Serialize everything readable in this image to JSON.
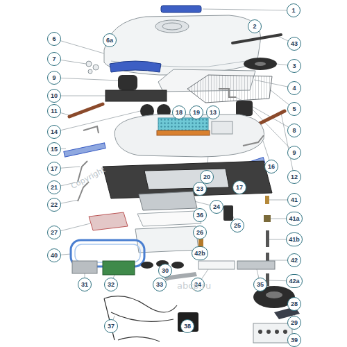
{
  "diagram": {
    "nodes": [
      {
        "text": [
          "1"
        ]
      },
      {
        "text": [
          "2"
        ]
      },
      {
        "text": [
          "6"
        ]
      },
      {
        "text": [
          "6a"
        ]
      },
      {
        "text": [
          "43"
        ]
      },
      {
        "text": [
          "7"
        ]
      },
      {
        "text": [
          "3"
        ]
      },
      {
        "text": [
          "9"
        ]
      },
      {
        "text": [
          "4"
        ]
      },
      {
        "text": [
          "10"
        ]
      },
      {
        "text": [
          "5"
        ]
      },
      {
        "text": [
          "11"
        ]
      },
      {
        "text": [
          "18"
        ]
      },
      {
        "text": [
          "19"
        ]
      },
      {
        "text": [
          "13"
        ]
      },
      {
        "text": [
          "8"
        ]
      },
      {
        "text": [
          "14"
        ]
      },
      {
        "text": [
          "15"
        ]
      },
      {
        "text": [
          "9"
        ]
      },
      {
        "text": [
          "16"
        ]
      },
      {
        "text": [
          "17"
        ]
      },
      {
        "text": [
          "12"
        ]
      },
      {
        "text": [
          "20"
        ]
      },
      {
        "text": [
          "21"
        ]
      },
      {
        "text": [
          "17"
        ]
      },
      {
        "text": [
          "23"
        ]
      },
      {
        "text": [
          "41"
        ]
      },
      {
        "text": [
          "22"
        ]
      },
      {
        "text": [
          "24"
        ]
      },
      {
        "text": [
          "36"
        ]
      },
      {
        "text": [
          "41a"
        ]
      },
      {
        "text": [
          "25"
        ]
      },
      {
        "text": [
          "27"
        ]
      },
      {
        "text": [
          "26"
        ]
      },
      {
        "text": [
          "41b"
        ]
      },
      {
        "text": [
          "42b"
        ]
      },
      {
        "text": [
          "40"
        ]
      },
      {
        "text": [
          "42"
        ]
      },
      {
        "text": [
          "30"
        ]
      },
      {
        "text": [
          "42a"
        ]
      },
      {
        "text": [
          "31"
        ]
      },
      {
        "text": [
          "32"
        ]
      },
      {
        "text": [
          "33"
        ]
      },
      {
        "text": [
          "34"
        ]
      },
      {
        "text": [
          "35"
        ]
      },
      {
        "text": [
          "28"
        ]
      },
      {
        "text": [
          "29"
        ]
      },
      {
        "text": [
          "37"
        ]
      },
      {
        "text": [
          "38"
        ]
      },
      {
        "text": [
          "39"
        ]
      }
    ],
    "labels": [
      "Copyright",
      "abcp.ru"
    ]
  }
}
